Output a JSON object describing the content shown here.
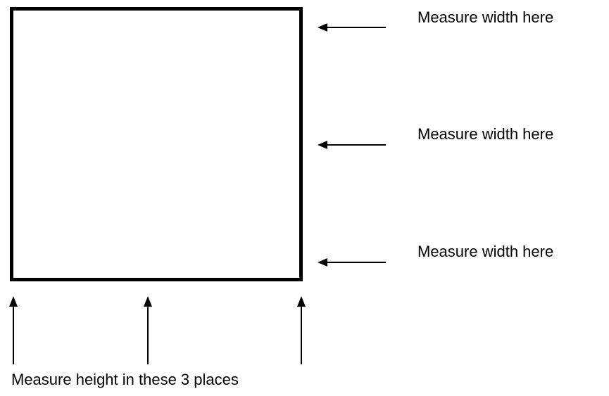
{
  "labels": {
    "width_top": "Measure width here",
    "width_middle": "Measure width here",
    "width_bottom": "Measure width here",
    "height": "Measure height in these 3 places"
  },
  "colors": {
    "stroke": "#000000",
    "background": "#ffffff"
  },
  "icons": [
    "arrow-left-icon",
    "arrow-up-icon"
  ]
}
